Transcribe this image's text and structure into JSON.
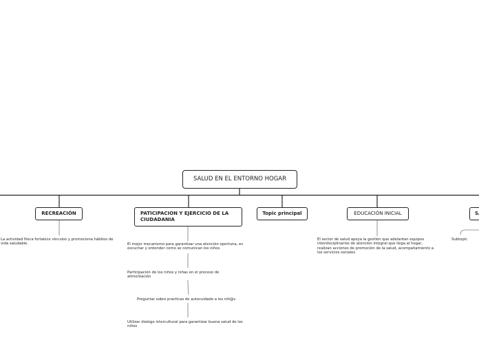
{
  "root": {
    "label": "SALUD EN EL ENTORNO HOGAR"
  },
  "branches": {
    "recreacion": {
      "label": "RECREACIÓN",
      "note": "La actividad física fortalece vínculos y promociona hábitos de vida saludable."
    },
    "participacion": {
      "label": "PATICIPACION Y EJERCICIO DE LA CIUDADANIA",
      "notes": [
        "El mejor mecanismo para garantizar una atención oportuna, es escuchar y entender como se comunican los niños",
        "Participación de los niños y niñas en el proceso de alimentación",
        "Preguntar sobre practicas de autocuidado a los niñ@s",
        "Utilizar dialogo intercultural para garantizar buena salud de los niños"
      ]
    },
    "topic": {
      "label": "Topic principal"
    },
    "educacion": {
      "label": "EDUCACIÓN INICIAL",
      "note": "El sector de salud apoya la gestión que adelantan equipos interdisciplinarios de atención integral que llega al hogar, realizan acciones de promoción de la salud, acompañamiento a los servicios sociales"
    },
    "partial": {
      "label": "SA",
      "note": "Subtopic"
    }
  }
}
